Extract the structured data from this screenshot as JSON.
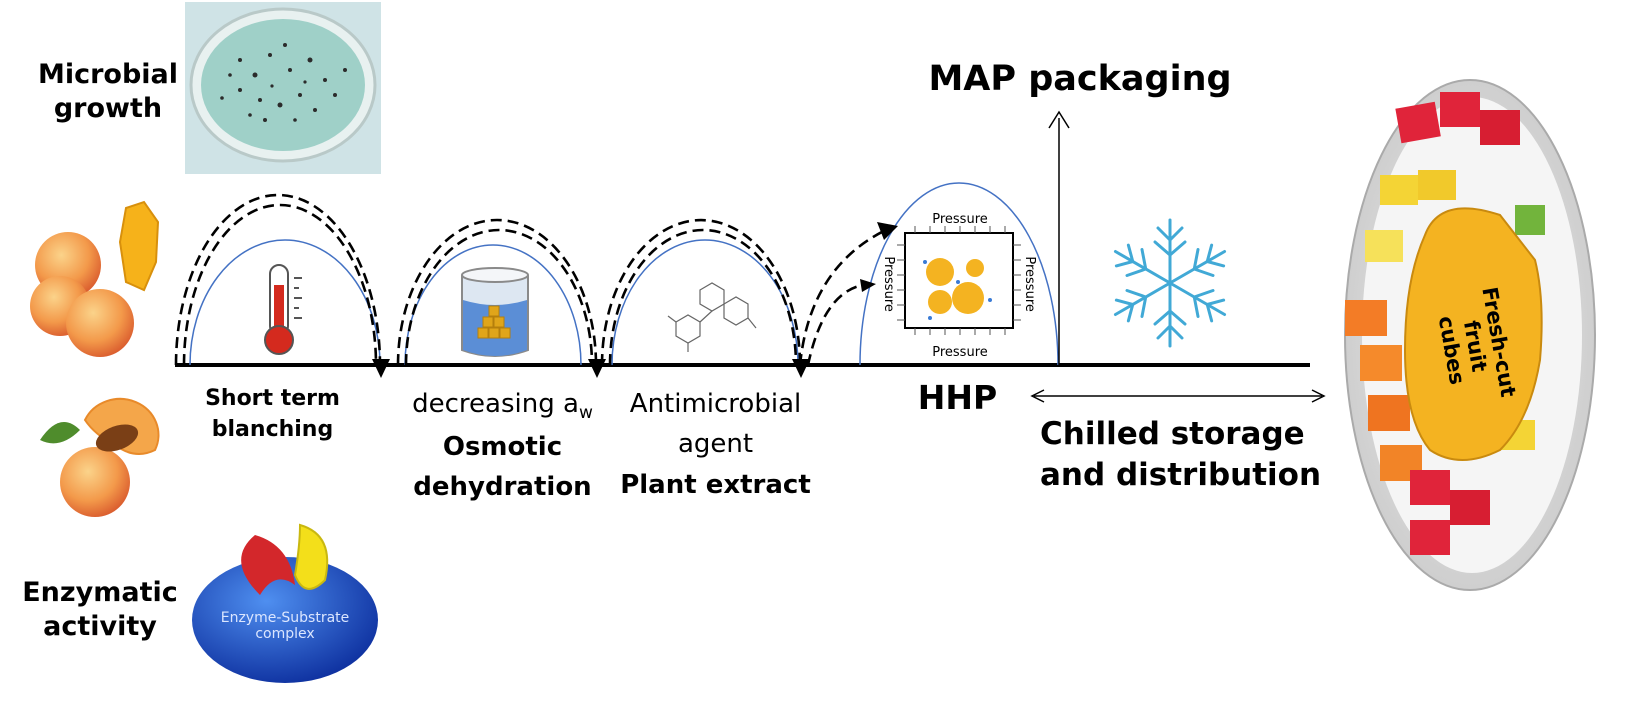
{
  "left_panel": {
    "microbial_growth": [
      "Microbial",
      "growth"
    ],
    "enzymatic_activity": [
      "Enzymatic",
      "activity"
    ],
    "enzyme_complex": [
      "Enzyme-Substrate",
      "complex"
    ]
  },
  "steps": {
    "blanching": [
      "Short term",
      "blanching"
    ],
    "osmotic_line1": "decreasing a",
    "osmotic_sub": "w",
    "osmotic_bold": [
      "Osmotic",
      "dehydration"
    ],
    "antimicrobial": [
      "Antimicrobial",
      "agent"
    ],
    "plant_extract": "Plant extract",
    "hhp": "HHP",
    "pressure": "Pressure",
    "map": "MAP packaging",
    "chilled": [
      "Chilled storage",
      "and distribution"
    ],
    "fruit_label": [
      "Fresh-cut fruit",
      "cubes"
    ]
  },
  "colors": {
    "arch": "#4472c4",
    "snowflake": "#41a9d6",
    "enzyme_blue": "#1c4fc4",
    "enzyme_red": "#d3272b",
    "enzyme_yellow": "#f3df1a",
    "fruit_label": "#f4b321",
    "thermometer": "#d42a1e",
    "petri": "#9fd0c8",
    "peach": "#f29a50"
  }
}
